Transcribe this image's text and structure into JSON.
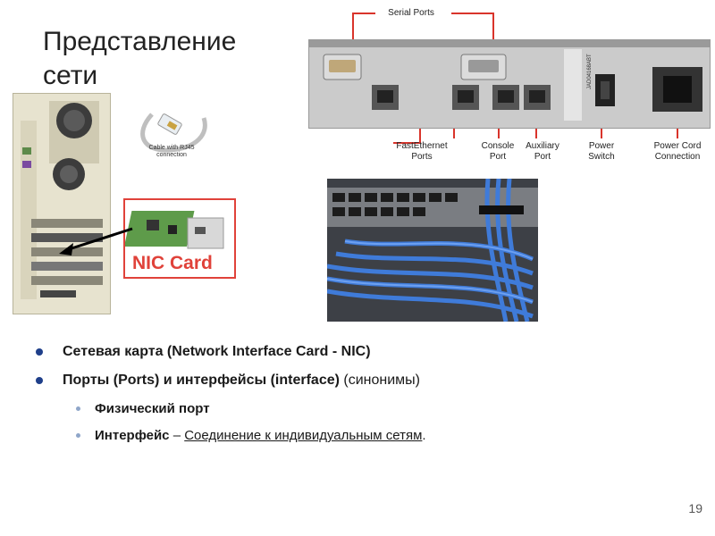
{
  "slide": {
    "title": "Представление сети",
    "page_number": "19"
  },
  "figure_left": {
    "cable_note": "Cable with RJ45 connection",
    "nic_label": "NIC Card"
  },
  "figure_router": {
    "serial_ports": "Serial Ports",
    "fastethernet_ports": "FastEthernet Ports",
    "console_port": "Console Port",
    "auxiliary_port": "Auxiliary Port",
    "power_switch": "Power Switch",
    "power_cord": "Power Cord Connection",
    "serial_number": "JAD04168ABT"
  },
  "bullets": [
    {
      "text": "Сетевая карта (Network Interface Card - NIC)"
    },
    {
      "bold": "Порты (Ports) и интерфейсы (interface)",
      "rest": " (синонимы)"
    }
  ],
  "sub_bullets": [
    {
      "bold": "Физический порт"
    },
    {
      "bold": "Интерфейс",
      "dash": " – ",
      "underline": "Соединение к индивидуальным сетям",
      "end": "."
    }
  ]
}
